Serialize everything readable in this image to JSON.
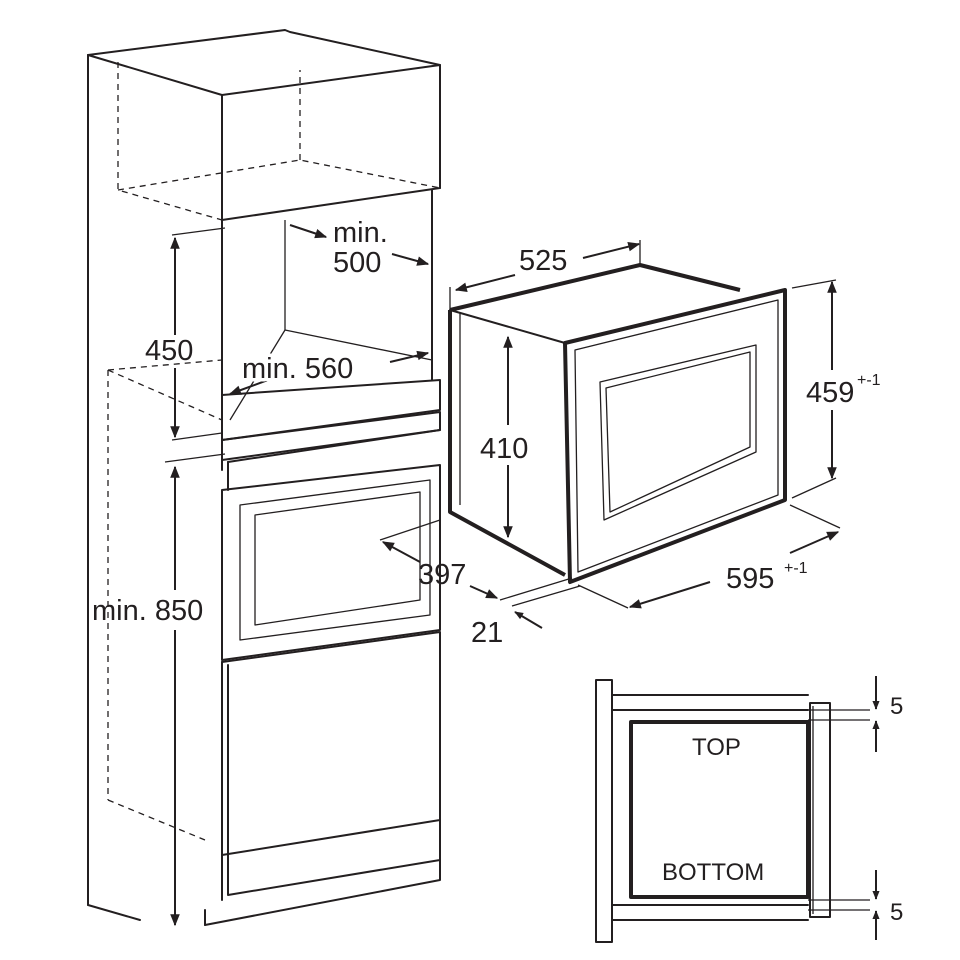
{
  "diagram": {
    "dimensions": {
      "niche_depth_min": "min.",
      "niche_depth_value": "500",
      "niche_width": "min. 560",
      "niche_height": "450",
      "cabinet_height": "min. 850",
      "unit_depth": "525",
      "unit_height": "410",
      "front_height": "459",
      "front_height_tol": "+-1",
      "front_width": "595",
      "front_width_tol": "+-1",
      "panel_offset": "397",
      "door_thickness": "21"
    },
    "detail": {
      "top_label": "TOP",
      "bottom_label": "BOTTOM",
      "gap_top": "5",
      "gap_bottom": "5"
    }
  }
}
